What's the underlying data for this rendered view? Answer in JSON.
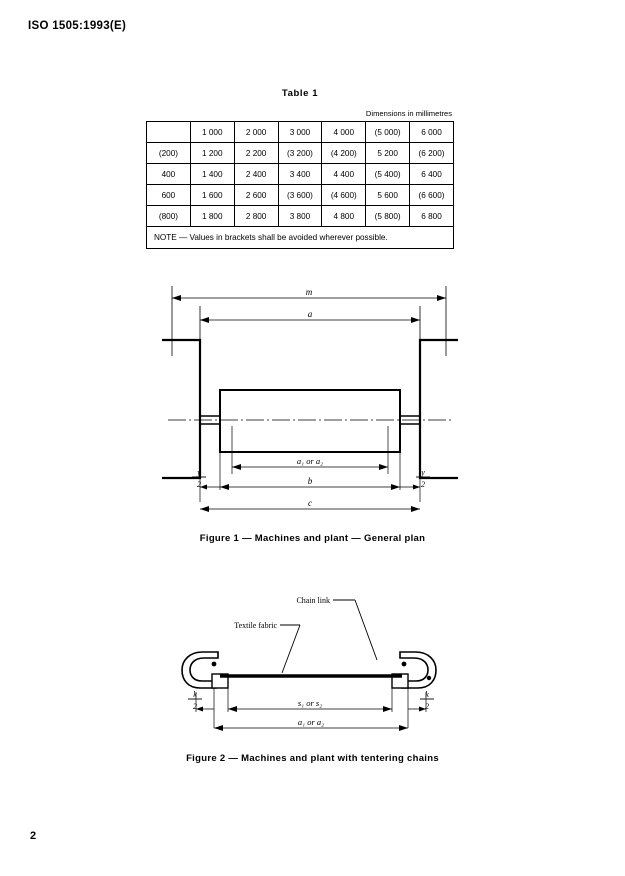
{
  "document": {
    "header": "ISO 1505:1993(E)",
    "page_number": "2"
  },
  "table": {
    "title": "Table  1",
    "units_caption": "Dimensions in millimetres",
    "rows": [
      [
        "",
        "1 000",
        "2 000",
        "3 000",
        "4 000",
        "(5 000)",
        "6 000"
      ],
      [
        "(200)",
        "1 200",
        "2 200",
        "(3 200)",
        "(4 200)",
        "5 200",
        "(6 200)"
      ],
      [
        "400",
        "1 400",
        "2 400",
        "3 400",
        "4 400",
        "(5 400)",
        "6 400"
      ],
      [
        "600",
        "1 600",
        "2 600",
        "(3 600)",
        "(4 600)",
        "5 600",
        "(6 600)"
      ],
      [
        "(800)",
        "1 800",
        "2 800",
        "3 800",
        "4 800",
        "(5 800)",
        "6 800"
      ]
    ],
    "note": "NOTE — Values in brackets shall be avoided wherever possible."
  },
  "figure1": {
    "caption": "Figure  1  —  Machines and plant  —  General plan",
    "labels": {
      "m": "m",
      "a": "a",
      "a1_or_a2": "a₁ or a₂",
      "b": "b",
      "c": "c",
      "y_num": "y",
      "y_den": "2"
    }
  },
  "figure2": {
    "caption": "Figure  2  —  Machines and plant with tentering chains",
    "labels": {
      "chain_link": "Chain link",
      "textile_fabric": "Textile fabric",
      "s1_or_s2": "s₁ or s₂",
      "a1_or_a2": "a₁ or a₂",
      "k_num": "k",
      "k_den": "2"
    }
  }
}
